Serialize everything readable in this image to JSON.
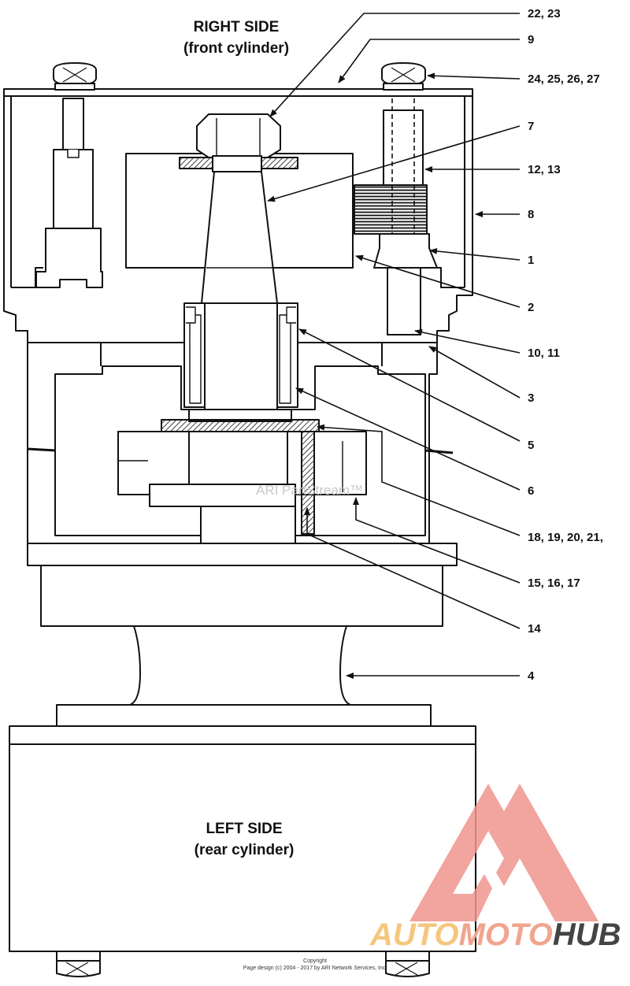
{
  "headings": {
    "right_side": [
      "RIGHT SIDE",
      "(front cylinder)"
    ],
    "left_side": [
      "LEFT SIDE",
      "(rear cylinder)"
    ]
  },
  "callouts": [
    {
      "id": "c-22-23",
      "text": "22, 23"
    },
    {
      "id": "c-9",
      "text": "9"
    },
    {
      "id": "c-24-27",
      "text": "24, 25, 26, 27"
    },
    {
      "id": "c-7",
      "text": "7"
    },
    {
      "id": "c-12-13",
      "text": "12, 13"
    },
    {
      "id": "c-8",
      "text": "8"
    },
    {
      "id": "c-1",
      "text": "1"
    },
    {
      "id": "c-2",
      "text": "2"
    },
    {
      "id": "c-10-11",
      "text": "10, 11"
    },
    {
      "id": "c-3",
      "text": "3"
    },
    {
      "id": "c-5",
      "text": "5"
    },
    {
      "id": "c-6",
      "text": "6"
    },
    {
      "id": "c-18-21",
      "text": "18, 19, 20, 21,"
    },
    {
      "id": "c-15-17",
      "text": "15, 16, 17"
    },
    {
      "id": "c-14",
      "text": "14"
    },
    {
      "id": "c-4",
      "text": "4"
    }
  ],
  "watermark": "ARI PartStream™",
  "copyright": [
    "Copyright",
    "Page design (c) 2004 - 2017 by ARI Network Services, Inc."
  ],
  "brand": {
    "part1": "AUTO",
    "part2": "MOTO",
    "part3": "HUB",
    "color_logo": "#f0948e",
    "color_auto": "#f5c77e",
    "color_hub": "#444444"
  }
}
